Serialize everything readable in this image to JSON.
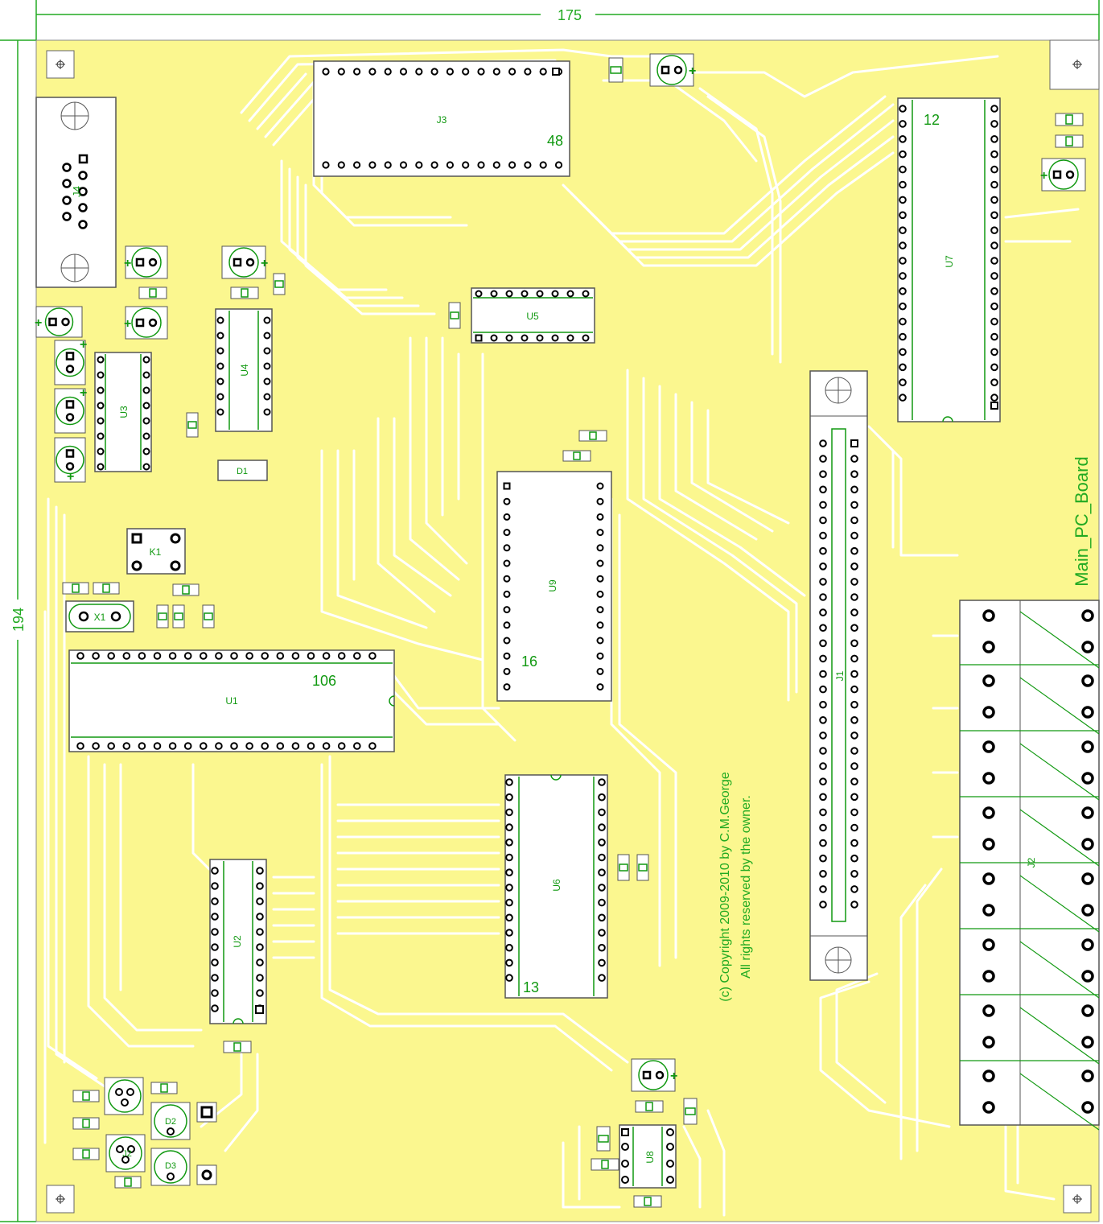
{
  "dimensions": {
    "width": "175",
    "height": "194"
  },
  "colors": {
    "board": "#fbf78f",
    "trace": "#ffffff",
    "silkscreen": "#7a7a7a",
    "component_text": "#119911",
    "dimension_lines": "#22aa22",
    "pad_ring": "#000000"
  },
  "board_name": "Main_PC_Board",
  "copyright": {
    "line1": "(c) Copyright 2009-2010 by C.M.George",
    "line2": "All rights reserved by the owner."
  },
  "components": {
    "J3": {
      "label": "J3",
      "value": "48"
    },
    "J1": {
      "label": "J1"
    },
    "J2": {
      "label": "J2"
    },
    "J4": {
      "label": "J4"
    },
    "U1": {
      "label": "U1",
      "value": "106"
    },
    "U2": {
      "label": "U2"
    },
    "U3": {
      "label": "U3"
    },
    "U4": {
      "label": "U4"
    },
    "U5": {
      "label": "U5"
    },
    "U6": {
      "label": "U6",
      "value": "13"
    },
    "U7": {
      "label": "U7",
      "value": "12"
    },
    "U8": {
      "label": "U8"
    },
    "U9": {
      "label": "U9",
      "value": "16"
    },
    "K1": {
      "label": "K1"
    },
    "X1": {
      "label": "X1"
    },
    "D1": {
      "label": "D1"
    },
    "D2": {
      "label": "D2"
    },
    "D3": {
      "label": "D3"
    },
    "Q2": {
      "label": "J2"
    }
  },
  "polarity_mark": "+"
}
